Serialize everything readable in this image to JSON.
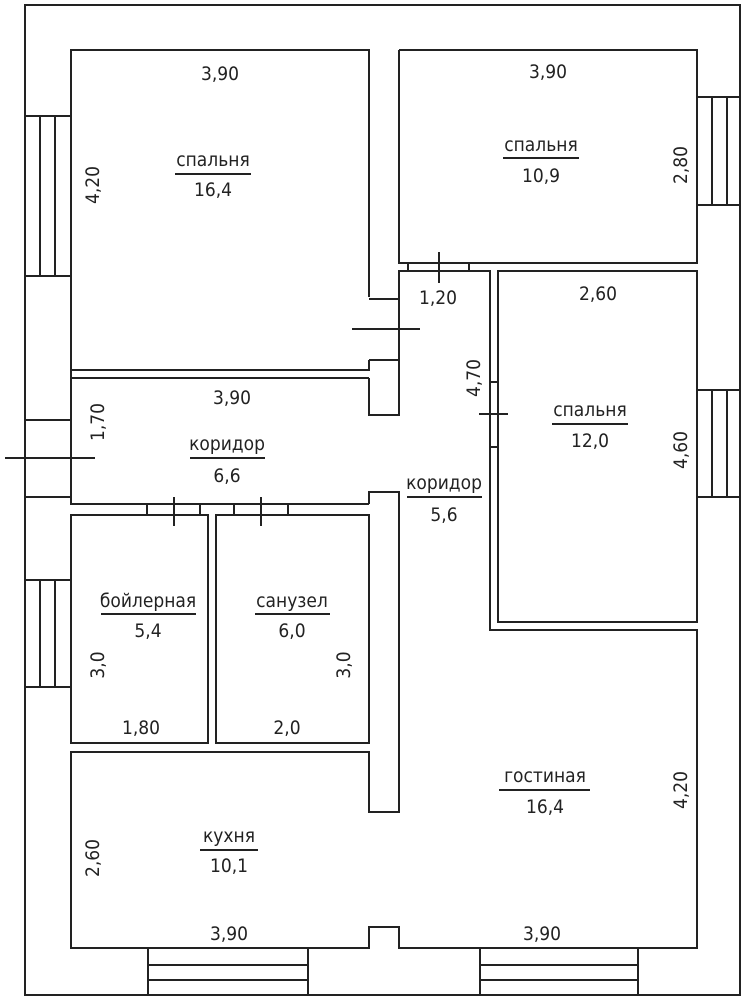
{
  "title": "Floor plan",
  "rooms": [
    {
      "name": "спальня",
      "area": "16,4"
    },
    {
      "name": "спальня",
      "area": "10,9"
    },
    {
      "name": "спальня",
      "area": "12,0"
    },
    {
      "name": "коридор",
      "area": "6,6"
    },
    {
      "name": "коридор",
      "area": "5,6"
    },
    {
      "name": "бойлерная",
      "area": "5,4"
    },
    {
      "name": "санузел",
      "area": "6,0"
    },
    {
      "name": "гостиная",
      "area": "16,4"
    },
    {
      "name": "кухня",
      "area": "10,1"
    }
  ],
  "dimensions": {
    "bed1_w": "3,90",
    "bed1_h": "4,20",
    "bed2_w": "3,90",
    "bed2_h": "2,80",
    "bed3_w": "2,60",
    "bed3_h": "4,60",
    "hall_w": "1,20",
    "hall_h": "4,70",
    "cor1_w": "3,90",
    "cor1_h": "1,70",
    "boiler_w": "1,80",
    "boiler_h": "3,0",
    "bath_w": "2,0",
    "bath_h": "3,0",
    "living_h": "4,20",
    "kitchen_h": "2,60",
    "kitchen_w": "3,90",
    "living_w": "3,90"
  }
}
